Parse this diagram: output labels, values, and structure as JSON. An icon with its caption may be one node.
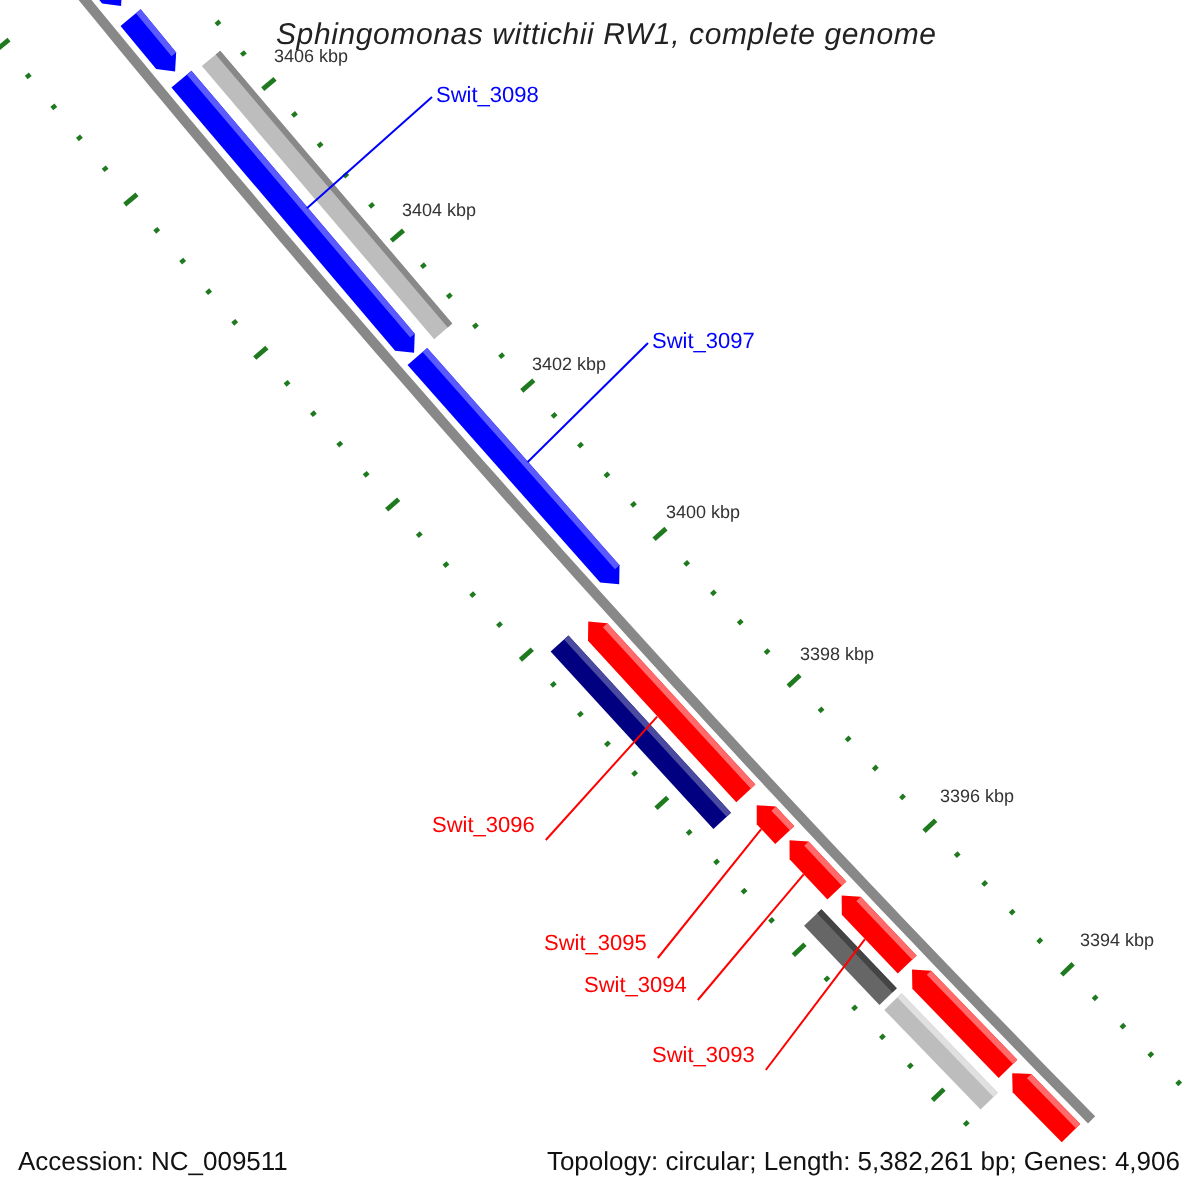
{
  "diagram": {
    "title": "Sphingomonas wittichii RW1, complete genome",
    "nodes": [
      {
        "text": [
          "Swit_3098"
        ]
      },
      {
        "text": [
          "Swit_3097"
        ]
      },
      {
        "text": [
          "Swit_3096"
        ]
      },
      {
        "text": [
          "Swit_3095"
        ]
      },
      {
        "text": [
          "Swit_3094"
        ]
      },
      {
        "text": [
          "Swit_3093"
        ]
      },
      {
        "text": [],
        "shape": "pentagon"
      },
      {
        "text": [],
        "shape": "pentagon"
      },
      {
        "text": [],
        "shape": "bar"
      },
      {
        "text": [],
        "shape": "pentagon"
      },
      {
        "text": [],
        "shape": "pentagon"
      },
      {
        "text": [],
        "shape": "bar"
      },
      {
        "text": [],
        "shape": "pentagon"
      },
      {
        "text": [],
        "shape": "pentagon"
      },
      {
        "text": [],
        "shape": "pentagon"
      },
      {
        "text": [],
        "shape": "pentagon"
      },
      {
        "text": [],
        "shape": "bar"
      },
      {
        "text": [],
        "shape": "bar"
      },
      {
        "text": [],
        "shape": "pentagon"
      },
      {
        "text": [],
        "shape": "pentagon"
      }
    ],
    "edges": [
      {
        "from": 0,
        "to": 9,
        "arrow": "none",
        "color": "#0000ff"
      },
      {
        "from": 1,
        "to": 10,
        "arrow": "none",
        "color": "#0000ff"
      },
      {
        "from": 2,
        "to": 12,
        "arrow": "none"
      },
      {
        "from": 3,
        "to": 13,
        "arrow": "none"
      },
      {
        "from": 4,
        "to": 14,
        "arrow": "none"
      },
      {
        "from": 5,
        "to": 15,
        "arrow": "none"
      }
    ],
    "labels": [
      "3406 kbp",
      "3404 kbp",
      "3402 kbp",
      "3400 kbp",
      "3398 kbp",
      "3396 kbp",
      "3394 kbp",
      "Accession: NC_009511",
      "Topology: circular; Length: 5,382,261 bp; Genes: 4,906"
    ]
  }
}
